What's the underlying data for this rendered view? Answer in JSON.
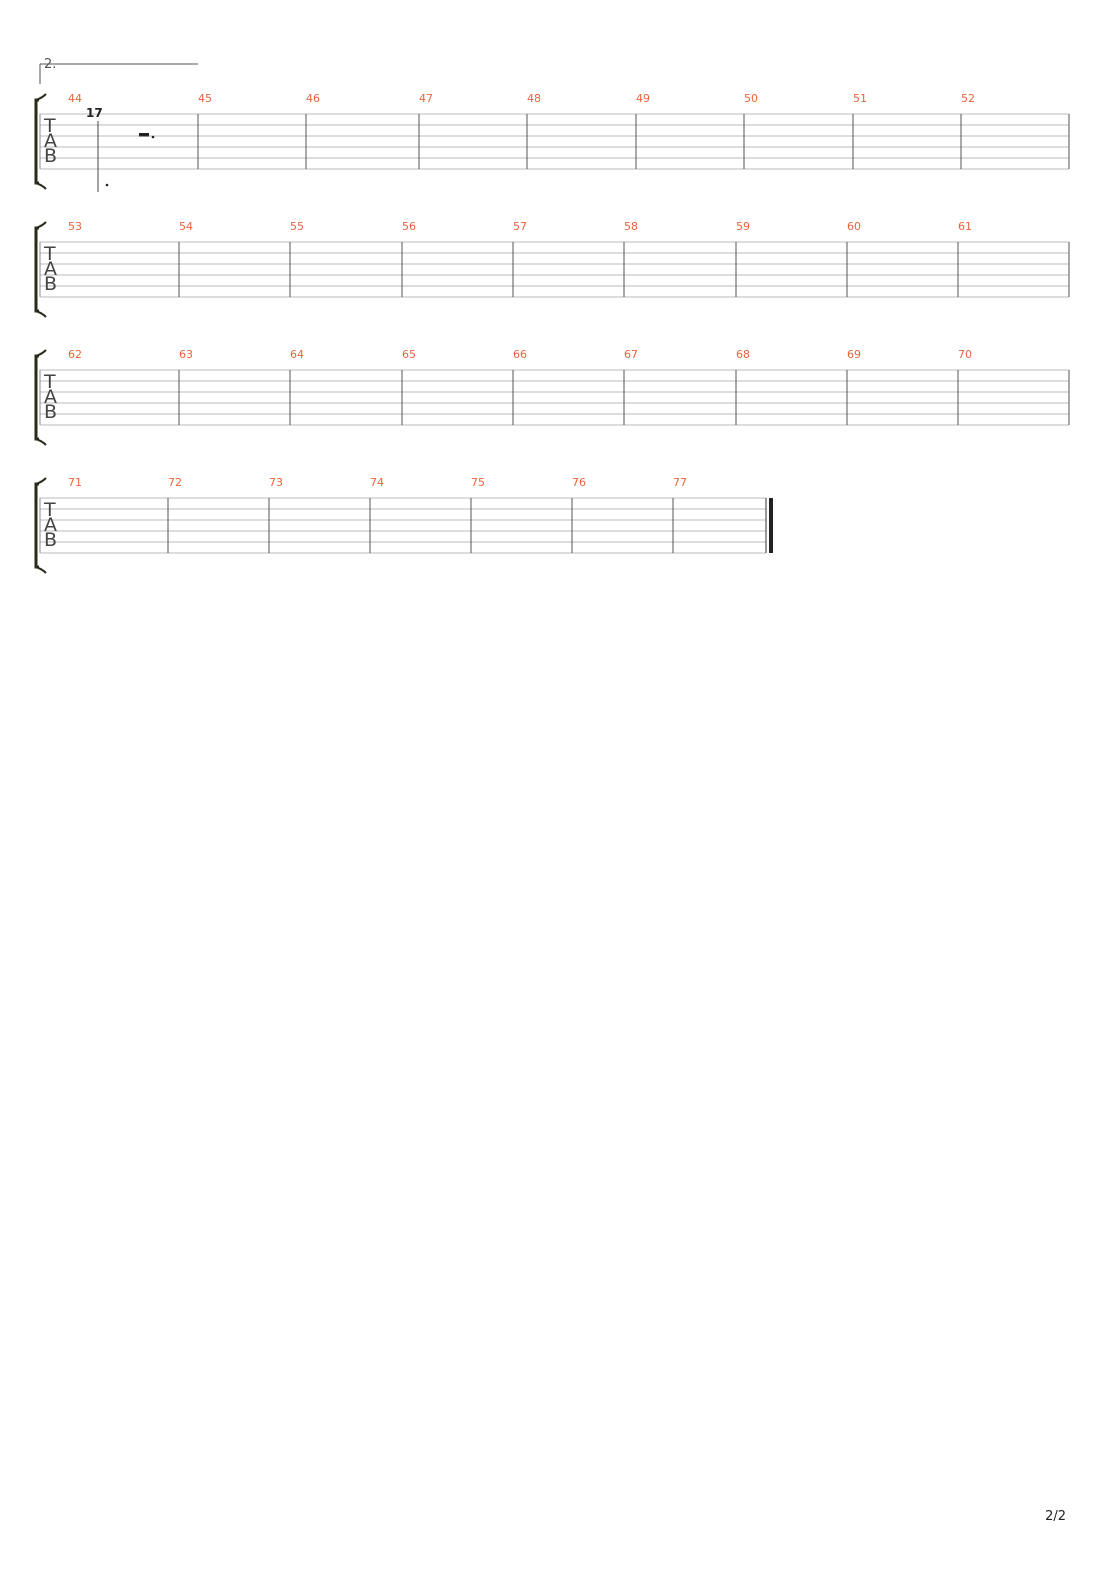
{
  "volta": {
    "label": "2."
  },
  "clef_letters": [
    "T",
    "A",
    "B"
  ],
  "systems": [
    {
      "measures": [
        "44",
        "45",
        "46",
        "47",
        "48",
        "49",
        "50",
        "51",
        "52"
      ]
    },
    {
      "measures": [
        "53",
        "54",
        "55",
        "56",
        "57",
        "58",
        "59",
        "60",
        "61"
      ]
    },
    {
      "measures": [
        "62",
        "63",
        "64",
        "65",
        "66",
        "67",
        "68",
        "69",
        "70"
      ]
    },
    {
      "measures": [
        "71",
        "72",
        "73",
        "74",
        "75",
        "76",
        "77"
      ]
    }
  ],
  "first_measure_notation": {
    "fret": "17",
    "rest": "dotted-half-rest"
  },
  "final_barline": true,
  "page_number": "2/2",
  "colors": {
    "measure_number": "#e8643c",
    "staff_line": "#bbbbbb",
    "barline": "#555555",
    "bracket": "#2a2a1a"
  }
}
